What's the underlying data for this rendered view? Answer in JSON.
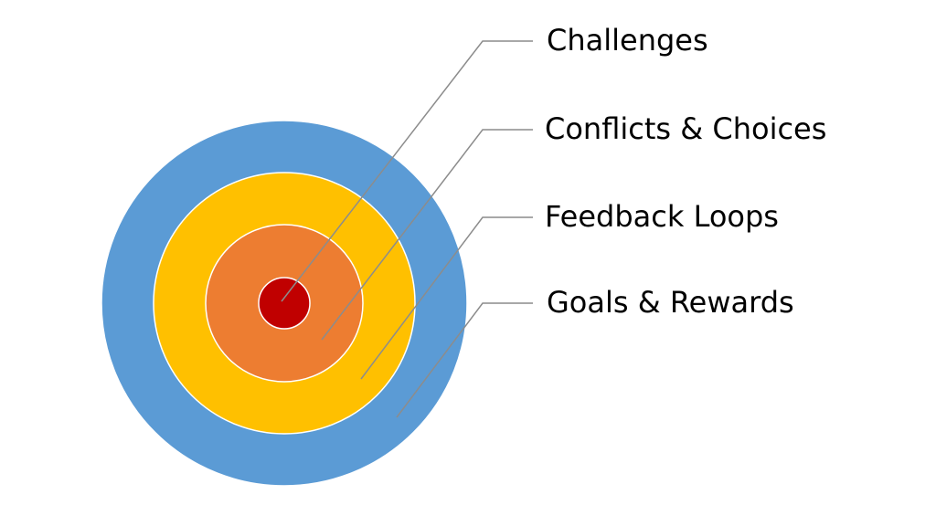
{
  "diagram": {
    "type": "concentric-layers",
    "layers": [
      {
        "label": "Challenges",
        "color": "#c00000"
      },
      {
        "label": "Conflicts & Choices",
        "color": "#ed7d31"
      },
      {
        "label": "Feedback Loops",
        "color": "#ffc000"
      },
      {
        "label": "Goals & Rewards",
        "color": "#5b9bd5"
      }
    ],
    "ring_border_color": "#ffffff",
    "leader_line_color": "#8c8c8c"
  }
}
